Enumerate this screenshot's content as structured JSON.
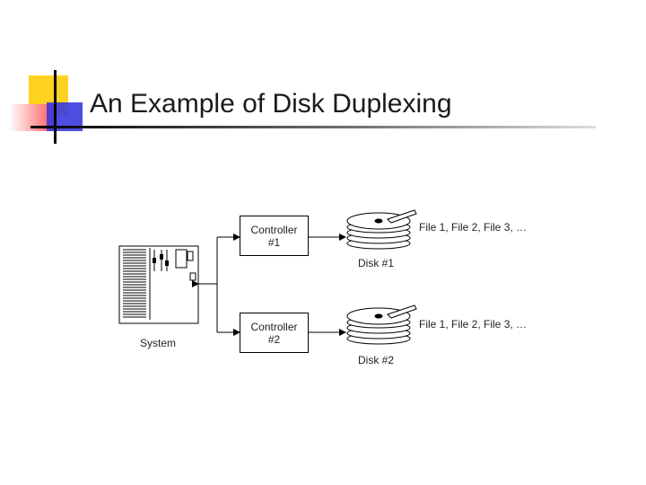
{
  "slide": {
    "title": "An Example of Disk Duplexing"
  },
  "diagram": {
    "system_label": "System",
    "controllers": [
      {
        "line1": "Controller",
        "line2": "#1"
      },
      {
        "line1": "Controller",
        "line2": "#2"
      }
    ],
    "disks": [
      {
        "label": "Disk #1",
        "files": "File 1, File 2, File 3, …"
      },
      {
        "label": "Disk #2",
        "files": "File 1, File 2, File 3, …"
      }
    ]
  },
  "colors": {
    "accent_yellow": "#ffd21f",
    "accent_red": "#ff5a5a",
    "accent_blue": "#3a3adf"
  }
}
